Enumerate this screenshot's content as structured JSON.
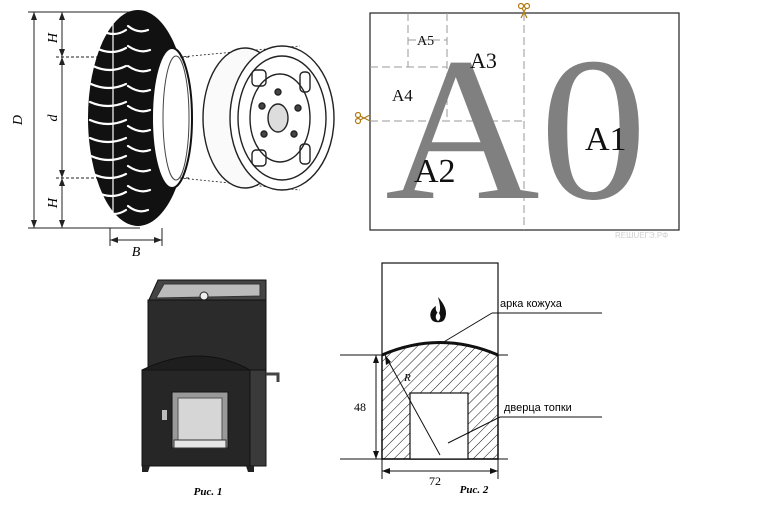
{
  "tire": {
    "label_h_top": "H",
    "label_d_inner": "d",
    "label_h_bottom": "H",
    "label_d_outer": "D",
    "label_b": "B"
  },
  "paper": {
    "big_label": "A0",
    "sheets": [
      "A1",
      "A2",
      "A3",
      "A4",
      "A5"
    ],
    "watermark": "REШUEГЭ.РФ"
  },
  "stove": {
    "caption": "Рис. 1"
  },
  "door": {
    "label_casing_arch": "арка кожуха",
    "label_firebox_door": "дверца топки",
    "label_radius": "R",
    "label_height": "48",
    "label_width": "72",
    "caption": "Рис. 2"
  },
  "colors": {
    "ink": "#111111",
    "paper_letters": "#808080",
    "dash": "#9a9a9a"
  },
  "icons": [
    "scissors-icon",
    "flame-icon"
  ]
}
